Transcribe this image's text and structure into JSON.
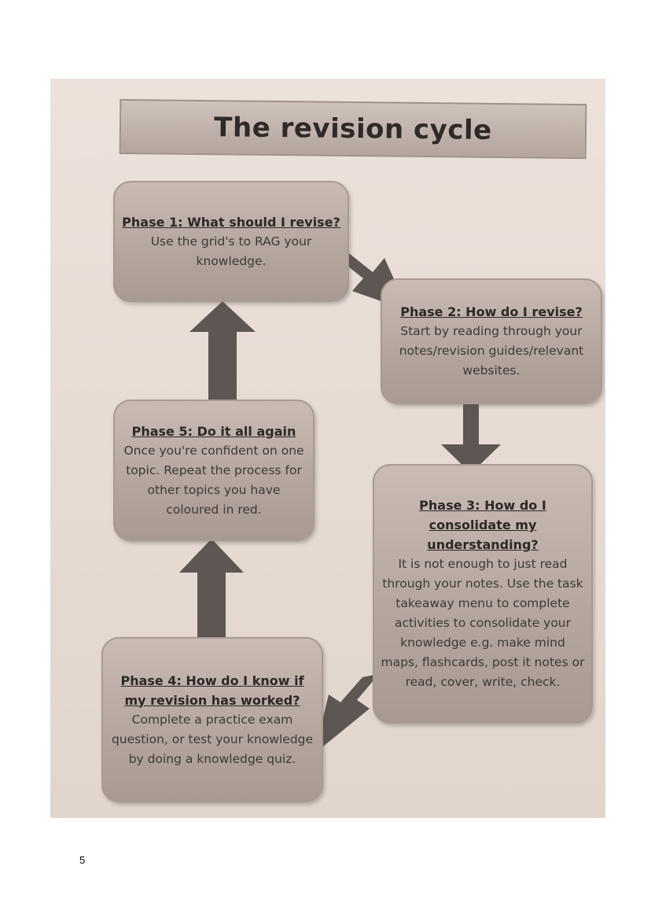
{
  "title": "The revision cycle",
  "phases": [
    {
      "heading": "Phase 1: What should I revise?",
      "body": "Use the grid's to RAG your knowledge."
    },
    {
      "heading": "Phase 2: How do I revise?",
      "body": "Start by reading through your notes/revision guides/relevant websites."
    },
    {
      "heading": "Phase 3: How do I consolidate my understanding?",
      "body": "It is not enough to just read through your notes. Use the task takeaway menu to complete activities to consolidate your knowledge e.g. make mind maps, flashcards, post it notes or read, cover, write, check."
    },
    {
      "heading": "Phase 4: How do I know if my revision has worked?",
      "body": "Complete a practice exam question, or test your knowledge by doing a knowledge quiz."
    },
    {
      "heading": "Phase 5: Do it all again",
      "body": "Once you're confident on one topic. Repeat the process for other topics you have coloured in red."
    }
  ],
  "page_number": "5",
  "colors": {
    "box_fill": "#b3a59e",
    "arrow": "#5e5653",
    "background": "#e7dcd4"
  }
}
